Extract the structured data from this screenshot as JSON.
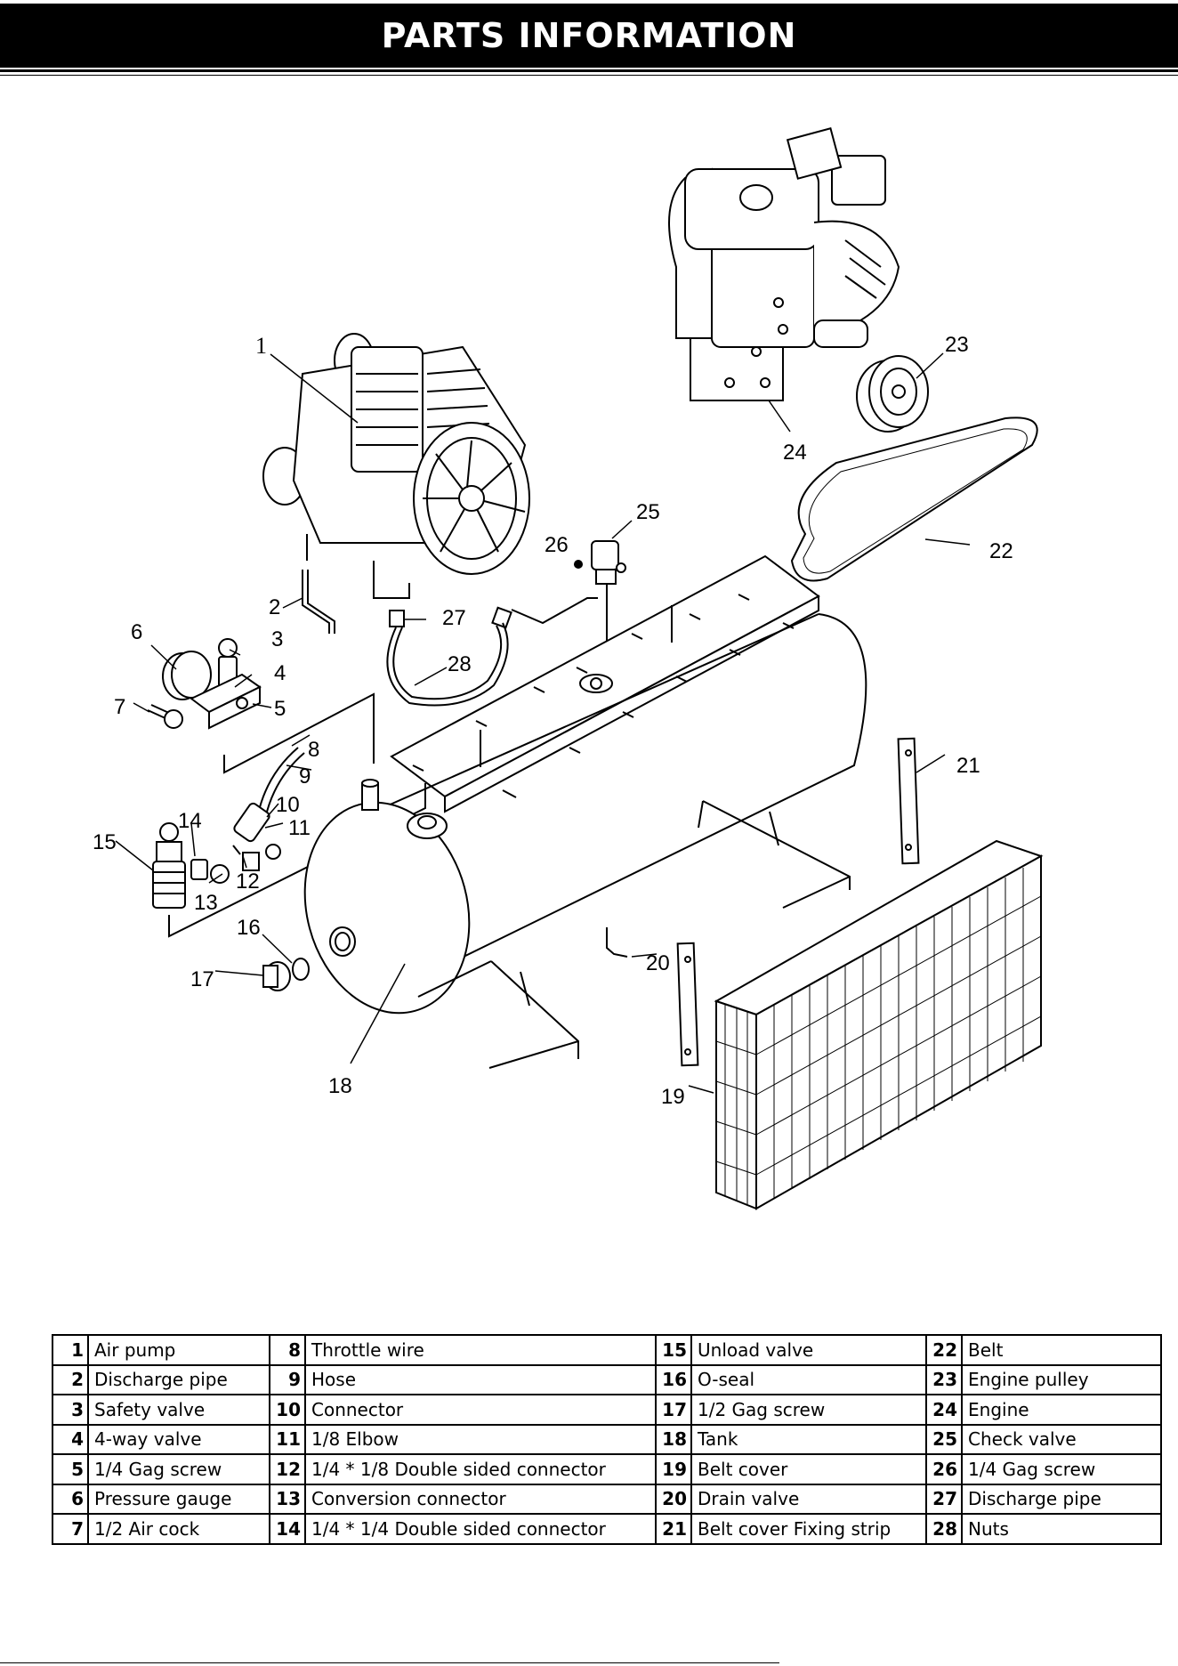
{
  "header": {
    "title": "PARTS INFORMATION"
  },
  "callouts": [
    "1",
    "2",
    "3",
    "4",
    "5",
    "6",
    "7",
    "8",
    "9",
    "10",
    "11",
    "12",
    "13",
    "14",
    "15",
    "16",
    "17",
    "18",
    "19",
    "20",
    "21",
    "22",
    "23",
    "24",
    "25",
    "26",
    "27",
    "28"
  ],
  "parts": [
    [
      {
        "num": "1",
        "name": "Air pump"
      },
      {
        "num": "8",
        "name": "Throttle wire"
      },
      {
        "num": "15",
        "name": "Unload valve"
      },
      {
        "num": "22",
        "name": "Belt"
      }
    ],
    [
      {
        "num": "2",
        "name": "Discharge pipe"
      },
      {
        "num": "9",
        "name": "Hose"
      },
      {
        "num": "16",
        "name": "O-seal"
      },
      {
        "num": "23",
        "name": "Engine pulley"
      }
    ],
    [
      {
        "num": "3",
        "name": "Safety valve"
      },
      {
        "num": "10",
        "name": "Connector"
      },
      {
        "num": "17",
        "name": "1/2 Gag screw"
      },
      {
        "num": "24",
        "name": "Engine"
      }
    ],
    [
      {
        "num": "4",
        "name": "4-way valve"
      },
      {
        "num": "11",
        "name": "1/8 Elbow"
      },
      {
        "num": "18",
        "name": "Tank"
      },
      {
        "num": "25",
        "name": "Check valve"
      }
    ],
    [
      {
        "num": "5",
        "name": "1/4 Gag screw"
      },
      {
        "num": "12",
        "name": "1/4 * 1/8  Double sided connector"
      },
      {
        "num": "19",
        "name": "Belt cover"
      },
      {
        "num": "26",
        "name": "1/4 Gag screw"
      }
    ],
    [
      {
        "num": "6",
        "name": "Pressure gauge"
      },
      {
        "num": "13",
        "name": "Conversion connector"
      },
      {
        "num": "20",
        "name": "Drain valve"
      },
      {
        "num": "27",
        "name": "Discharge pipe"
      }
    ],
    [
      {
        "num": "7",
        "name": "1/2 Air cock"
      },
      {
        "num": "14",
        "name": "1/4 * 1/4  Double sided connector"
      },
      {
        "num": "21",
        "name": "Belt cover Fixing strip"
      },
      {
        "num": "28",
        "name": "Nuts"
      }
    ]
  ]
}
